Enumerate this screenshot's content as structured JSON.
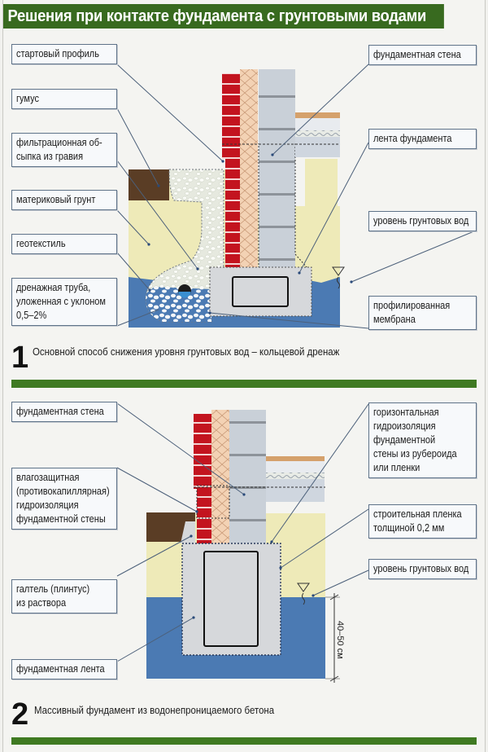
{
  "title": "Решения при контакте фундамента с грунтовыми водами",
  "figure1": {
    "number": "1",
    "caption": "Основной способ снижения уровня грунтовых вод – кольцевой дренаж",
    "labels_left": [
      {
        "id": "starting-profile",
        "lines": [
          "стартовый профиль"
        ]
      },
      {
        "id": "humus",
        "lines": [
          "гумус"
        ]
      },
      {
        "id": "gravel-backfill",
        "lines": [
          "фильтрационная об-",
          "сыпка из гравия"
        ]
      },
      {
        "id": "native-soil",
        "lines": [
          "материковый грунт"
        ]
      },
      {
        "id": "geotextile",
        "lines": [
          "геотекстиль"
        ]
      },
      {
        "id": "drain-pipe",
        "lines": [
          "дренажная труба,",
          "уложенная с уклоном",
          "0,5–2%"
        ]
      }
    ],
    "labels_right": [
      {
        "id": "foundation-wall",
        "lines": [
          "фундаментная стена"
        ]
      },
      {
        "id": "foundation-strip",
        "lines": [
          "лента фундамента"
        ]
      },
      {
        "id": "groundwater-level",
        "lines": [
          "уровень грунтовых вод"
        ]
      },
      {
        "id": "profiled-membrane",
        "lines": [
          "профилированная",
          "мембрана"
        ]
      }
    ]
  },
  "figure2": {
    "number": "2",
    "caption": "Массивный фундамент из водонепроницаемого бетона",
    "labels_left": [
      {
        "id": "foundation-wall",
        "lines": [
          "фундаментная стена"
        ]
      },
      {
        "id": "capillary-waterproofing",
        "lines": [
          "влагозащитная",
          "(противокапиллярная)",
          "гидроизоляция",
          "фундаментной стены"
        ]
      },
      {
        "id": "mortar-fillet",
        "lines": [
          "галтель (плинтус)",
          "из раствора"
        ]
      },
      {
        "id": "foundation-strip",
        "lines": [
          "фундаментная лента"
        ]
      }
    ],
    "labels_right": [
      {
        "id": "horizontal-waterproofing",
        "lines": [
          "горизонтальная",
          "гидроизоляция",
          "фундаментной",
          "стены из рубероида",
          "или пленки"
        ]
      },
      {
        "id": "construction-film",
        "lines": [
          "строительная пленка",
          "толщиной 0,2 мм"
        ]
      },
      {
        "id": "groundwater-level",
        "lines": [
          "уровень грунтовых вод"
        ]
      }
    ],
    "dimension": "40–50 см"
  },
  "colors": {
    "header_green": "#386a1f",
    "brick_red": "#c3141f",
    "insulation": "#f3d2b4",
    "block_gray": "#c9ccd0",
    "soil_yellow": "#eeeab8",
    "humus_brown": "#5a3d25",
    "water_blue": "#4b7ab3",
    "gravel": "#e4e8dd",
    "callout_border": "#5f7389"
  }
}
